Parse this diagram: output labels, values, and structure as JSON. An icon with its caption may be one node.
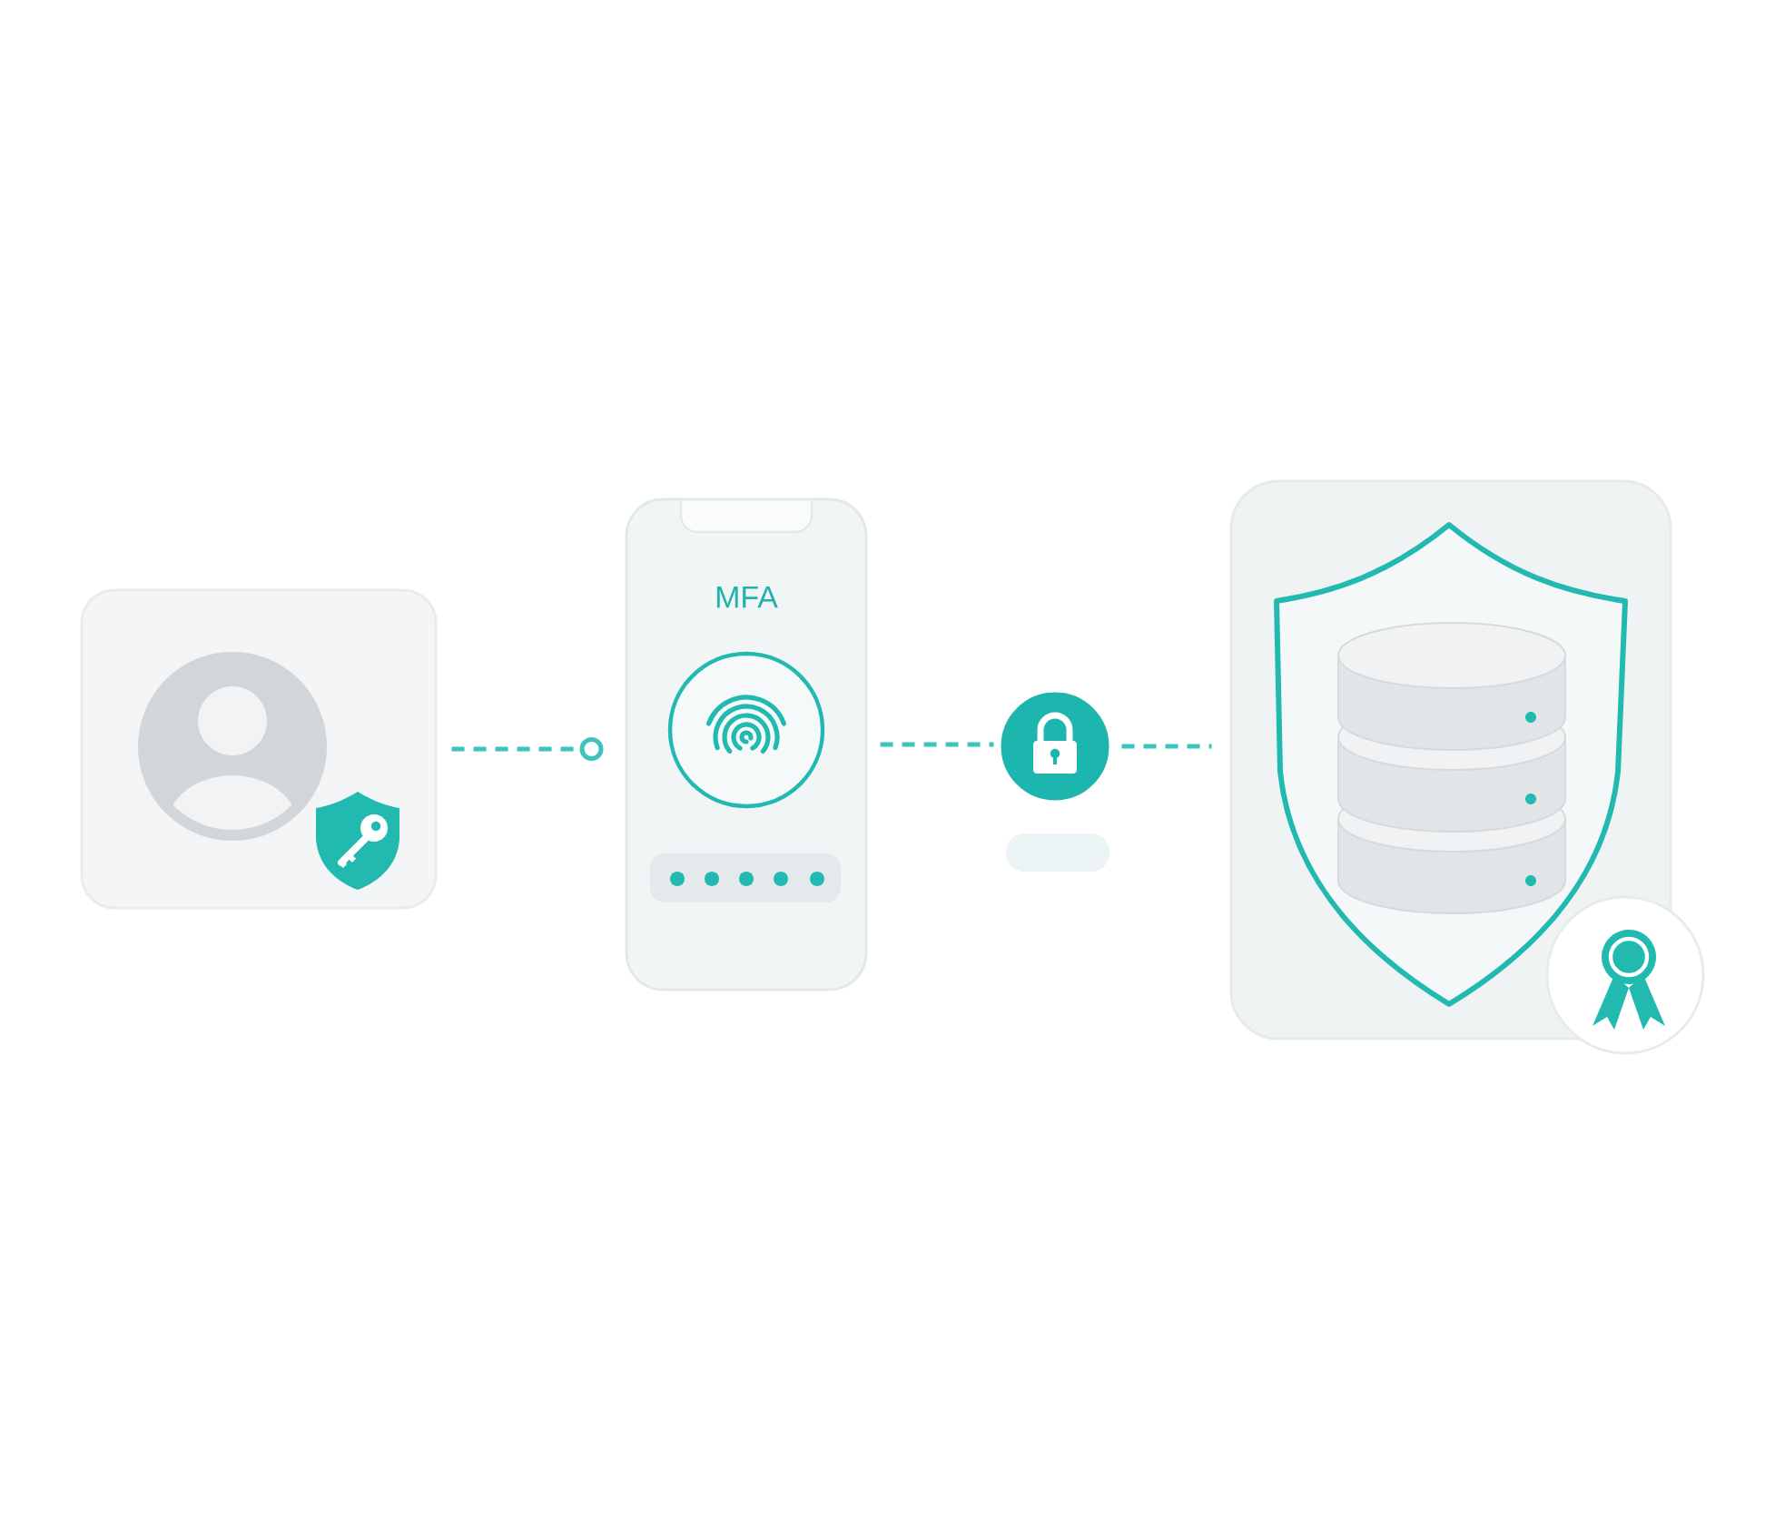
{
  "diagram": {
    "nodes": [
      {
        "text": [],
        "shape": "box"
      },
      {
        "text": [
          "MFA"
        ]
      },
      {
        "text": [],
        "shape": "circle"
      },
      {
        "text": [],
        "shape": "box"
      }
    ],
    "edges": [
      {
        "from": 0,
        "to": 1,
        "arrow": "other",
        "style": "dashed"
      },
      {
        "from": 1,
        "to": 2,
        "arrow": "none",
        "style": "dashed"
      },
      {
        "from": 2,
        "to": 3,
        "arrow": "none",
        "style": "dashed"
      }
    ]
  }
}
